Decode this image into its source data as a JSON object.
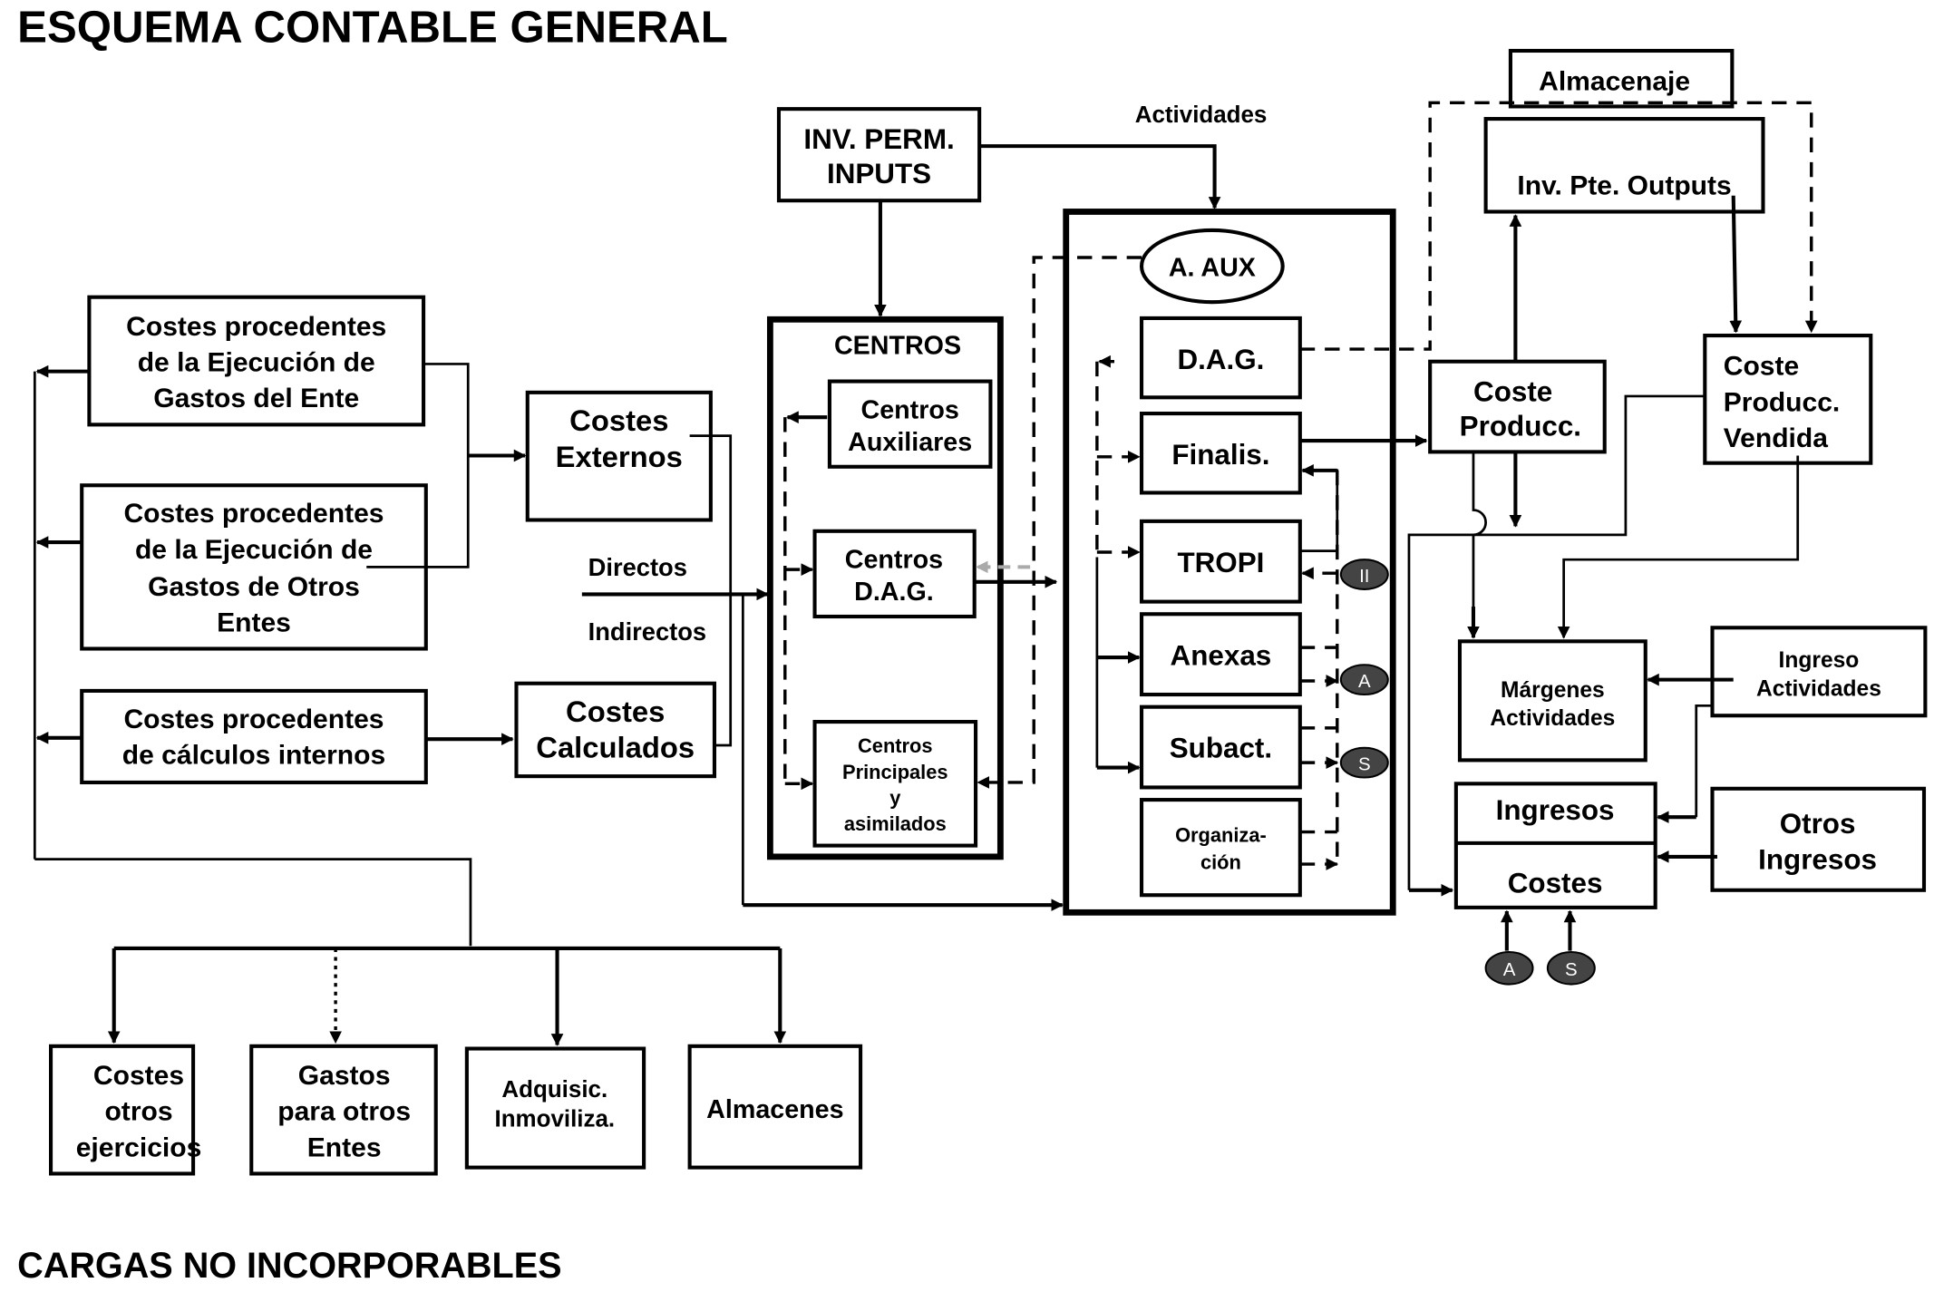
{
  "title": "ESQUEMA CONTABLE  GENERAL",
  "footer": "CARGAS NO INCORPORABLES",
  "boxes": {
    "costes_ente": [
      "Costes  procedentes",
      "de la Ejecución de",
      "Gastos del Ente"
    ],
    "costes_otros_entes": [
      "Costes procedentes",
      "de la Ejecución de",
      "Gastos de Otros",
      "Entes"
    ],
    "costes_calculos": [
      "Costes procedentes",
      "de cálculos internos"
    ],
    "costes_externos": [
      "Costes",
      "Externos"
    ],
    "costes_calculados": [
      "Costes",
      "Calculados"
    ],
    "inv_perm": [
      "INV. PERM.",
      "INPUTS"
    ],
    "centros_title": "CENTROS",
    "centros_aux": [
      "Centros",
      "Auxiliares"
    ],
    "centros_dag": [
      "Centros",
      "D.A.G."
    ],
    "centros_principales": [
      "Centros",
      "Principales",
      "y",
      "asimilados"
    ],
    "a_aux": "A. AUX",
    "dag": "D.A.G.",
    "finalis": "Finalis.",
    "tropi": "TROPI",
    "anexas": "Anexas",
    "subact": "Subact.",
    "organizacion": [
      "Organiza-",
      "ción"
    ],
    "almacenaje": "Almacenaje",
    "inv_pte_outputs": "Inv. Pte. Outputs",
    "coste_producc": [
      "Coste",
      "Producc."
    ],
    "coste_producc_vendida": [
      "Coste",
      "Producc.",
      "Vendida"
    ],
    "margenes": [
      "Márgenes",
      "Actividades"
    ],
    "ingreso_actividades": [
      "Ingreso",
      "Actividades"
    ],
    "ingresos": "Ingresos",
    "costes": "Costes",
    "otros_ingresos": [
      "Otros",
      "Ingresos"
    ],
    "costes_otros_ejercicios": [
      "Costes",
      "otros",
      "ejercicios"
    ],
    "gastos_otros_entes": [
      "Gastos",
      "para otros",
      "Entes"
    ],
    "adquisic": [
      "Adquisic.",
      "Inmoviliza."
    ],
    "almacenes": "Almacenes"
  },
  "labels": {
    "actividades": "Actividades",
    "directos": "Directos",
    "indirectos": "Indirectos"
  },
  "badges": {
    "ii": "II",
    "a": "A",
    "s": "S",
    "a_bottom": "A",
    "s_bottom": "S"
  }
}
